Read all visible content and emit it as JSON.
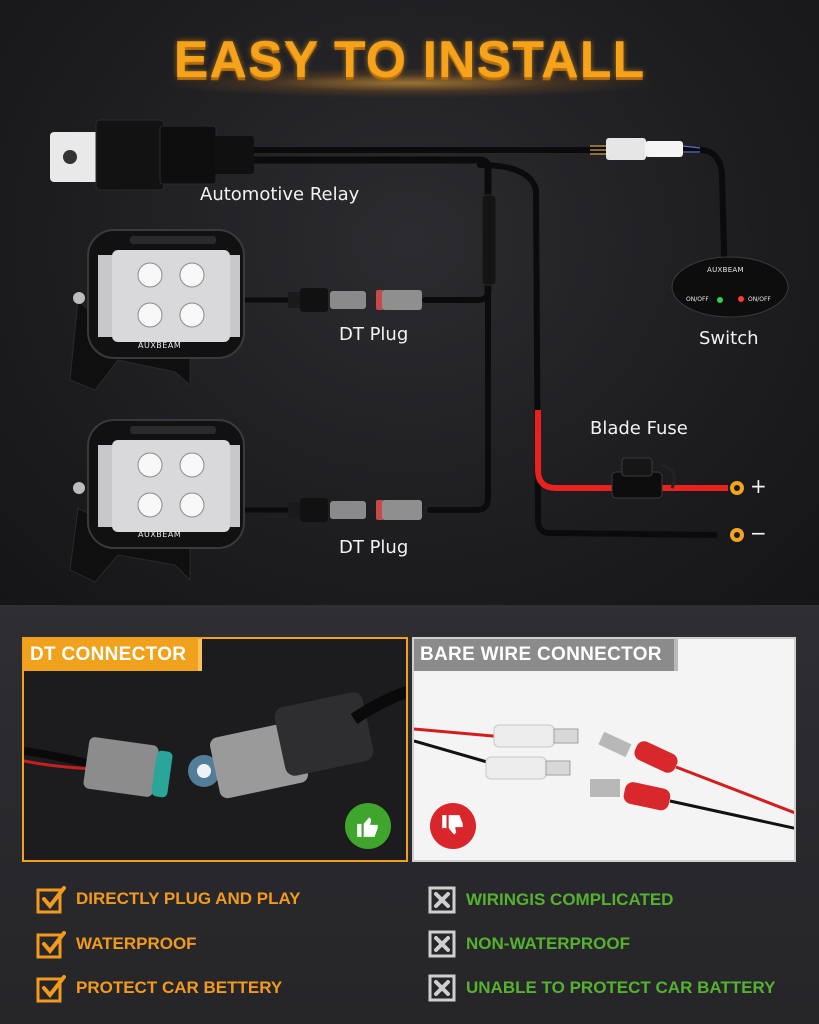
{
  "title": "EASY TO INSTALL",
  "brand": "AUXBEAM",
  "diagram": {
    "relay_label": "Automotive Relay",
    "switch_label": "Switch",
    "switch_on_off_left": "ON/OFF",
    "switch_on_off_right": "ON/OFF",
    "dt_plug_1_label": "DT Plug",
    "dt_plug_2_label": "DT Plug",
    "fuse_label": "Blade Fuse",
    "plus_terminal": "+",
    "minus_terminal": "−"
  },
  "panels": {
    "dt": {
      "label": "DT CONNECTOR",
      "verdict_icon": "thumbs-up-icon"
    },
    "bare": {
      "label": "BARE WIRE CONNECTOR",
      "verdict_icon": "thumbs-down-icon"
    }
  },
  "pros": [
    "DIRECTLY PLUG AND PLAY",
    "WATERPROOF",
    "PROTECT CAR BETTERY"
  ],
  "cons": [
    "WIRINGIS COMPLICATED",
    "NON-WATERPROOF",
    "UNABLE TO PROTECT CAR BATTERY"
  ],
  "colors": {
    "accent_orange": "#f0a21c",
    "positive_wire": "#e8231f",
    "good_text": "#f29a1d",
    "bad_text": "#55b22f",
    "thumb_up": "#3fa52c",
    "thumb_down": "#d8262b"
  }
}
